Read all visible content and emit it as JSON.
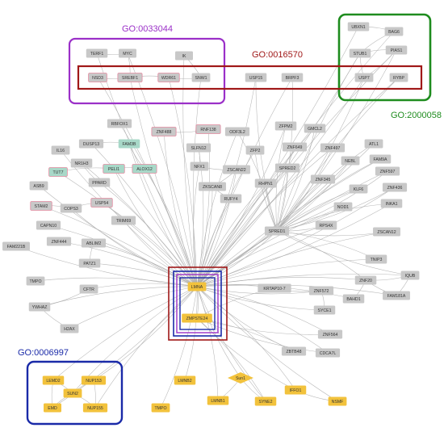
{
  "colors": {
    "gray_node": "#c8c8c8",
    "teal_node": "#a8d8c8",
    "yellow_node": "#f2c23c",
    "edge": "#a9a9a9",
    "purple": "#9b30c8",
    "green": "#1e8c1e",
    "red": "#a01818",
    "blue": "#1a2aa8",
    "pink": "#e38aa0"
  },
  "go_labels": {
    "go_0033044": "GO:0033044",
    "go_0016570": "GO:0016570",
    "go_2000058": "GO:2000058",
    "go_0006997": "GO:0006997"
  },
  "nodes": [
    {
      "id": "TERF1",
      "label": "TERF1",
      "kind": "gray"
    },
    {
      "id": "MYC",
      "label": "MYC",
      "kind": "gray"
    },
    {
      "id": "IK",
      "label": "IK",
      "kind": "gray"
    },
    {
      "id": "NSD3",
      "label": "NSD3",
      "kind": "gray"
    },
    {
      "id": "SREBF1",
      "label": "SREBF1",
      "kind": "gray"
    },
    {
      "id": "WDR61",
      "label": "WDR61",
      "kind": "gray"
    },
    {
      "id": "SNW1",
      "label": "SNW1",
      "kind": "gray"
    },
    {
      "id": "USP15",
      "label": "USP15",
      "kind": "gray"
    },
    {
      "id": "BRPF3",
      "label": "BRPF3",
      "kind": "gray"
    },
    {
      "id": "UBXN1",
      "label": "UBXN1",
      "kind": "gray"
    },
    {
      "id": "BAG6",
      "label": "BAG6",
      "kind": "gray"
    },
    {
      "id": "STUB1",
      "label": "STUB1",
      "kind": "gray"
    },
    {
      "id": "PIAS1",
      "label": "PIAS1",
      "kind": "gray"
    },
    {
      "id": "USP7",
      "label": "USP7",
      "kind": "gray"
    },
    {
      "id": "RYBP",
      "label": "RYBP",
      "kind": "gray"
    },
    {
      "id": "RBFOX1",
      "label": "RBFOX1",
      "kind": "gray"
    },
    {
      "id": "ZNF488",
      "label": "ZNF488",
      "kind": "gray"
    },
    {
      "id": "RNF138",
      "label": "RNF138",
      "kind": "gray"
    },
    {
      "id": "ODF3L2",
      "label": "ODF3L2",
      "kind": "gray"
    },
    {
      "id": "ZFPM2",
      "label": "ZFPM2",
      "kind": "gray"
    },
    {
      "id": "GMCL2",
      "label": "GMCL2",
      "kind": "gray"
    },
    {
      "id": "DUSP13",
      "label": "DUSP13",
      "kind": "gray"
    },
    {
      "id": "FAM3B",
      "label": "FAM3B",
      "kind": "teal"
    },
    {
      "id": "SLFN12",
      "label": "SLFN12",
      "kind": "gray"
    },
    {
      "id": "ZFP2",
      "label": "ZFP2",
      "kind": "gray"
    },
    {
      "id": "ZNF649",
      "label": "ZNF649",
      "kind": "gray"
    },
    {
      "id": "ZNF497",
      "label": "ZNF497",
      "kind": "gray"
    },
    {
      "id": "ATL1",
      "label": "ATL1",
      "kind": "gray"
    },
    {
      "id": "IL16",
      "label": "IL16",
      "kind": "gray"
    },
    {
      "id": "NR1H3",
      "label": "NR1H3",
      "kind": "gray"
    },
    {
      "id": "PELI1",
      "label": "PELI1",
      "kind": "teal"
    },
    {
      "id": "ALOX12",
      "label": "ALOX12",
      "kind": "teal"
    },
    {
      "id": "NFX1",
      "label": "NFX1",
      "kind": "gray"
    },
    {
      "id": "ZSCAN22",
      "label": "ZSCAN22",
      "kind": "gray"
    },
    {
      "id": "SPRED2",
      "label": "SPRED2",
      "kind": "gray"
    },
    {
      "id": "NEBL",
      "label": "NEBL",
      "kind": "gray"
    },
    {
      "id": "FAM9A",
      "label": "FAM9A",
      "kind": "gray"
    },
    {
      "id": "TUT7",
      "label": "TUT7",
      "kind": "teal"
    },
    {
      "id": "ZNF597",
      "label": "ZNF597",
      "kind": "gray"
    },
    {
      "id": "PPARD",
      "label": "PPARD",
      "kind": "gray"
    },
    {
      "id": "RHPN1",
      "label": "RHPN1",
      "kind": "gray"
    },
    {
      "id": "ZNF345",
      "label": "ZNF345",
      "kind": "gray"
    },
    {
      "id": "ASB9",
      "label": "ASB9",
      "kind": "gray"
    },
    {
      "id": "ZKSCAN8",
      "label": "ZKSCAN8",
      "kind": "gray"
    },
    {
      "id": "KLF6",
      "label": "KLF6",
      "kind": "gray"
    },
    {
      "id": "ZNF436",
      "label": "ZNF436",
      "kind": "gray"
    },
    {
      "id": "RUFY4",
      "label": "RUFY4",
      "kind": "gray"
    },
    {
      "id": "STAM2",
      "label": "STAM2",
      "kind": "gray"
    },
    {
      "id": "COPS3",
      "label": "COPS3",
      "kind": "gray"
    },
    {
      "id": "USP54",
      "label": "USP54",
      "kind": "gray"
    },
    {
      "id": "NOD1",
      "label": "NOD1",
      "kind": "gray"
    },
    {
      "id": "INKA1",
      "label": "INKA1",
      "kind": "gray"
    },
    {
      "id": "TRIM69",
      "label": "TRIM69",
      "kind": "gray"
    },
    {
      "id": "CAPN10",
      "label": "CAPN10",
      "kind": "gray"
    },
    {
      "id": "RPS4X",
      "label": "RPS4X",
      "kind": "gray"
    },
    {
      "id": "SPRED1",
      "label": "SPRED1",
      "kind": "gray"
    },
    {
      "id": "ZSCAN12",
      "label": "ZSCAN12",
      "kind": "gray"
    },
    {
      "id": "ZNF444",
      "label": "ZNF444",
      "kind": "gray"
    },
    {
      "id": "FAM221B",
      "label": "FAM221B",
      "kind": "gray"
    },
    {
      "id": "ABLIM2",
      "label": "ABLIM2",
      "kind": "gray"
    },
    {
      "id": "TNIP3",
      "label": "TNIP3",
      "kind": "gray"
    },
    {
      "id": "PATZ1",
      "label": "PATZ1",
      "kind": "gray"
    },
    {
      "id": "IQUB",
      "label": "IQUB",
      "kind": "gray"
    },
    {
      "id": "TMPO_top",
      "label": "TMPO",
      "kind": "gray"
    },
    {
      "id": "ZNF20",
      "label": "ZNF20",
      "kind": "gray"
    },
    {
      "id": "LMNA",
      "label": "LMNA",
      "kind": "yellow"
    },
    {
      "id": "CFTR",
      "label": "CFTR",
      "kind": "gray"
    },
    {
      "id": "KRTAP10-7",
      "label": "KRTAP10-7",
      "kind": "gray"
    },
    {
      "id": "ZNF572",
      "label": "ZNF572",
      "kind": "gray"
    },
    {
      "id": "FAM181A",
      "label": "FAM181A",
      "kind": "gray"
    },
    {
      "id": "YWHAZ",
      "label": "YWHAZ",
      "kind": "gray"
    },
    {
      "id": "BAHD1",
      "label": "BAHD1",
      "kind": "gray"
    },
    {
      "id": "SYCE1",
      "label": "SYCE1",
      "kind": "gray"
    },
    {
      "id": "ZMPSTE24",
      "label": "ZMPSTE24",
      "kind": "yellow"
    },
    {
      "id": "H2AX",
      "label": "H2AX",
      "kind": "gray"
    },
    {
      "id": "ZNF564",
      "label": "ZNF564",
      "kind": "gray"
    },
    {
      "id": "ZBTB48",
      "label": "ZBTB48",
      "kind": "gray"
    },
    {
      "id": "CDCA7L",
      "label": "CDCA7L",
      "kind": "gray"
    },
    {
      "id": "LEMD2",
      "label": "LEMD2",
      "kind": "yellow"
    },
    {
      "id": "NUP153",
      "label": "NUP153",
      "kind": "yellow"
    },
    {
      "id": "SUN2",
      "label": "SUN2",
      "kind": "yellow"
    },
    {
      "id": "EMD",
      "label": "EMD",
      "kind": "yellow"
    },
    {
      "id": "NUP155",
      "label": "NUP155",
      "kind": "yellow"
    },
    {
      "id": "LMNB2",
      "label": "LMNB2",
      "kind": "yellow"
    },
    {
      "id": "Sun1",
      "label": "Sun1",
      "kind": "yellow"
    },
    {
      "id": "LMNB1",
      "label": "LMNB1",
      "kind": "yellow"
    },
    {
      "id": "SYNE2",
      "label": "SYNE2",
      "kind": "yellow"
    },
    {
      "id": "IFFO1",
      "label": "IFFO1",
      "kind": "yellow"
    },
    {
      "id": "NSMF",
      "label": "NSMF",
      "kind": "yellow"
    },
    {
      "id": "TMPO_bottom",
      "label": "TMPO",
      "kind": "yellow"
    }
  ],
  "edges": [
    [
      "LMNA",
      "TERF1"
    ],
    [
      "LMNA",
      "MYC"
    ],
    [
      "LMNA",
      "IK"
    ],
    [
      "LMNA",
      "NSD3"
    ],
    [
      "LMNA",
      "SREBF1"
    ],
    [
      "LMNA",
      "WDR61"
    ],
    [
      "LMNA",
      "SNW1"
    ],
    [
      "LMNA",
      "USP15"
    ],
    [
      "LMNA",
      "BRPF3"
    ],
    [
      "LMNA",
      "UBXN1"
    ],
    [
      "LMNA",
      "BAG6"
    ],
    [
      "LMNA",
      "STUB1"
    ],
    [
      "LMNA",
      "PIAS1"
    ],
    [
      "LMNA",
      "USP7"
    ],
    [
      "LMNA",
      "RYBP"
    ],
    [
      "LMNA",
      "RBFOX1"
    ],
    [
      "LMNA",
      "ZNF488"
    ],
    [
      "LMNA",
      "RNF138"
    ],
    [
      "LMNA",
      "ODF3L2"
    ],
    [
      "LMNA",
      "ZFPM2"
    ],
    [
      "LMNA",
      "GMCL2"
    ],
    [
      "LMNA",
      "DUSP13"
    ],
    [
      "LMNA",
      "FAM3B"
    ],
    [
      "LMNA",
      "SLFN12"
    ],
    [
      "LMNA",
      "ZFP2"
    ],
    [
      "LMNA",
      "ZNF649"
    ],
    [
      "LMNA",
      "ZNF497"
    ],
    [
      "LMNA",
      "ATL1"
    ],
    [
      "LMNA",
      "IL16"
    ],
    [
      "LMNA",
      "NR1H3"
    ],
    [
      "LMNA",
      "PELI1"
    ],
    [
      "LMNA",
      "ALOX12"
    ],
    [
      "LMNA",
      "NFX1"
    ],
    [
      "LMNA",
      "ZSCAN22"
    ],
    [
      "LMNA",
      "SPRED2"
    ],
    [
      "LMNA",
      "NEBL"
    ],
    [
      "LMNA",
      "FAM9A"
    ],
    [
      "LMNA",
      "TUT7"
    ],
    [
      "LMNA",
      "ZNF597"
    ],
    [
      "LMNA",
      "PPARD"
    ],
    [
      "LMNA",
      "RHPN1"
    ],
    [
      "LMNA",
      "ZNF345"
    ],
    [
      "LMNA",
      "ASB9"
    ],
    [
      "LMNA",
      "ZKSCAN8"
    ],
    [
      "LMNA",
      "KLF6"
    ],
    [
      "LMNA",
      "ZNF436"
    ],
    [
      "LMNA",
      "RUFY4"
    ],
    [
      "LMNA",
      "STAM2"
    ],
    [
      "LMNA",
      "COPS3"
    ],
    [
      "LMNA",
      "USP54"
    ],
    [
      "LMNA",
      "NOD1"
    ],
    [
      "LMNA",
      "INKA1"
    ],
    [
      "LMNA",
      "TRIM69"
    ],
    [
      "LMNA",
      "CAPN10"
    ],
    [
      "LMNA",
      "RPS4X"
    ],
    [
      "LMNA",
      "SPRED1"
    ],
    [
      "LMNA",
      "ZSCAN12"
    ],
    [
      "LMNA",
      "ZNF444"
    ],
    [
      "LMNA",
      "FAM221B"
    ],
    [
      "LMNA",
      "ABLIM2"
    ],
    [
      "LMNA",
      "TNIP3"
    ],
    [
      "LMNA",
      "PATZ1"
    ],
    [
      "LMNA",
      "IQUB"
    ],
    [
      "LMNA",
      "TMPO_top"
    ],
    [
      "LMNA",
      "ZNF20"
    ],
    [
      "LMNA",
      "CFTR"
    ],
    [
      "LMNA",
      "KRTAP10-7"
    ],
    [
      "LMNA",
      "ZNF572"
    ],
    [
      "LMNA",
      "FAM181A"
    ],
    [
      "LMNA",
      "YWHAZ"
    ],
    [
      "LMNA",
      "BAHD1"
    ],
    [
      "LMNA",
      "SYCE1"
    ],
    [
      "LMNA",
      "ZMPSTE24"
    ],
    [
      "LMNA",
      "H2AX"
    ],
    [
      "LMNA",
      "ZNF564"
    ],
    [
      "LMNA",
      "ZBTB48"
    ],
    [
      "LMNA",
      "CDCA7L"
    ],
    [
      "LMNA",
      "LEMD2"
    ],
    [
      "LMNA",
      "NUP153"
    ],
    [
      "LMNA",
      "SUN2"
    ],
    [
      "LMNA",
      "EMD"
    ],
    [
      "LMNA",
      "NUP155"
    ],
    [
      "LMNA",
      "LMNB2"
    ],
    [
      "LMNA",
      "Sun1"
    ],
    [
      "LMNA",
      "LMNB1"
    ],
    [
      "LMNA",
      "SYNE2"
    ],
    [
      "LMNA",
      "IFFO1"
    ],
    [
      "LMNA",
      "NSMF"
    ],
    [
      "LMNA",
      "TMPO_bottom"
    ],
    [
      "SPRED1",
      "RPS4X"
    ],
    [
      "SPRED1",
      "ZNF345"
    ],
    [
      "SPRED1",
      "NOD1"
    ],
    [
      "SPRED1",
      "INKA1"
    ],
    [
      "SPRED1",
      "ZNF436"
    ],
    [
      "SPRED1",
      "KLF6"
    ],
    [
      "SPRED1",
      "ZNF597"
    ],
    [
      "SPRED1",
      "FAM9A"
    ],
    [
      "SPRED1",
      "NEBL"
    ],
    [
      "SPRED1",
      "ATL1"
    ],
    [
      "SPRED1",
      "ZNF497"
    ],
    [
      "SPRED1",
      "ZNF649"
    ],
    [
      "SPRED1",
      "GMCL2"
    ],
    [
      "SPRED1",
      "ZFPM2"
    ],
    [
      "SPRED1",
      "SPRED2"
    ],
    [
      "SPRED1",
      "RHPN1"
    ],
    [
      "SPRED1",
      "ZSCAN12"
    ],
    [
      "SPRED1",
      "TNIP3"
    ],
    [
      "SPRED1",
      "IQUB"
    ],
    [
      "SPRED1",
      "ZNF20"
    ],
    [
      "SPRED1",
      "USP7"
    ],
    [
      "SPRED1",
      "RYBP"
    ],
    [
      "SPRED1",
      "PIAS1"
    ],
    [
      "SPRED1",
      "STUB1"
    ],
    [
      "SPRED1",
      "BRPF3"
    ],
    [
      "SPRED1",
      "USP15"
    ],
    [
      "SPRED1",
      "ODF3L2"
    ],
    [
      "SPRED1",
      "ZFP2"
    ],
    [
      "ZNF20",
      "FAM181A"
    ],
    [
      "ZNF20",
      "BAHD1"
    ],
    [
      "ZNF20",
      "IQUB"
    ],
    [
      "IQUB",
      "FAM181A"
    ],
    [
      "ZMPSTE24",
      "ZNF564"
    ],
    [
      "ZMPSTE24",
      "ZBTB48"
    ],
    [
      "ZMPSTE24",
      "CDCA7L"
    ],
    [
      "ZMPSTE24",
      "SYNE2"
    ],
    [
      "ZMPSTE24",
      "IFFO1"
    ],
    [
      "ZMPSTE24",
      "KRTAP10-7"
    ],
    [
      "SUN2",
      "LEMD2"
    ],
    [
      "SUN2",
      "NUP153"
    ],
    [
      "SUN2",
      "EMD"
    ],
    [
      "SUN2",
      "NUP155"
    ],
    [
      "LEMD2",
      "EMD"
    ],
    [
      "NUP153",
      "NUP155"
    ],
    [
      "Sun1",
      "SYNE2"
    ],
    [
      "Sun1",
      "LMNB1"
    ],
    [
      "IFFO1",
      "NSMF"
    ],
    [
      "USP7",
      "STUB1"
    ],
    [
      "USP7",
      "PIAS1"
    ],
    [
      "UBXN1",
      "BAG6"
    ],
    [
      "BAG6",
      "STUB1"
    ],
    [
      "STUB1",
      "PIAS1"
    ],
    [
      "SNW1",
      "IK"
    ],
    [
      "SNW1",
      "WDR61"
    ],
    [
      "NSD3",
      "SREBF1"
    ],
    [
      "SREBF1",
      "WDR61"
    ],
    [
      "TERF1",
      "MYC"
    ],
    [
      "MYC",
      "SREBF1"
    ],
    [
      "ZNF488",
      "RNF138"
    ],
    [
      "SLFN12",
      "NFX1"
    ],
    [
      "NFX1",
      "ZSCAN22"
    ],
    [
      "ZSCAN22",
      "ZKSCAN8"
    ],
    [
      "ZKSCAN8",
      "RUFY4"
    ],
    [
      "DUSP13",
      "FAM3B"
    ],
    [
      "FAM3B",
      "ALOX12"
    ],
    [
      "PELI1",
      "ALOX12"
    ],
    [
      "NR1H3",
      "PPARD"
    ],
    [
      "TUT7",
      "PELI1"
    ],
    [
      "USP54",
      "COPS3"
    ],
    [
      "STAM2",
      "COPS3"
    ],
    [
      "ABLIM2",
      "PATZ1"
    ],
    [
      "CFTR",
      "YWHAZ"
    ],
    [
      "YWHAZ",
      "H2AX"
    ],
    [
      "ZNF572",
      "SYCE1"
    ],
    [
      "KRTAP10-7",
      "ZNF572"
    ]
  ]
}
